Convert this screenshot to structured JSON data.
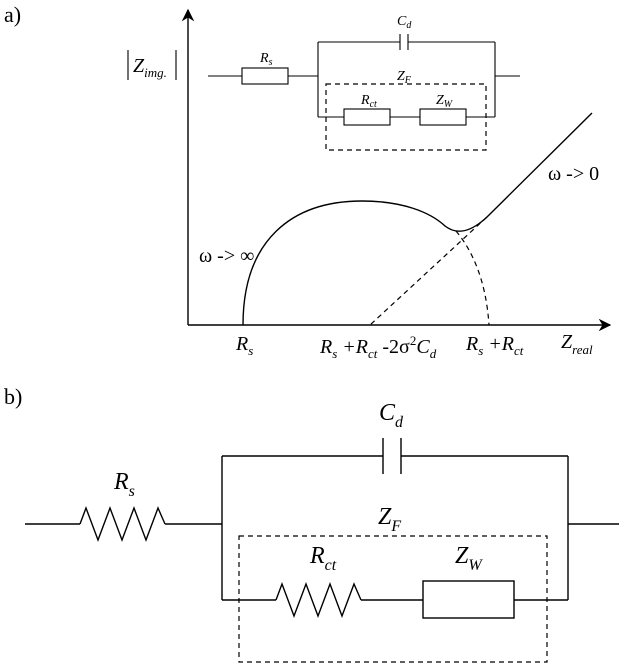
{
  "panel_a": {
    "label": "a)",
    "y_axis_label": {
      "base": "Z",
      "sub": "img."
    },
    "x_axis_label": {
      "base": "Z",
      "sub": "real"
    },
    "high_freq_label": "ω -> ∞",
    "low_freq_label": "ω -> 0",
    "x_marks": {
      "rs": {
        "base": "R",
        "sub": "s"
      },
      "intercept": {
        "p1": "R",
        "s1": "s",
        "p2": " +R",
        "s2": "ct",
        "p3": " -2σ",
        "sup": "2",
        "p4": "C",
        "s4": "d"
      },
      "rs_rct": {
        "p1": "R",
        "s1": "s",
        "p2": " +R",
        "s2": "ct"
      }
    },
    "inset_circuit": {
      "rs": {
        "base": "R",
        "sub": "s"
      },
      "cd": {
        "base": "C",
        "sub": "d"
      },
      "zf": {
        "base": "Z",
        "sub": "F"
      },
      "rct": {
        "base": "R",
        "sub": "ct"
      },
      "zw": {
        "base": "Z",
        "sub": "W"
      }
    }
  },
  "panel_b": {
    "label": "b)",
    "circuit": {
      "rs": {
        "base": "R",
        "sub": "s"
      },
      "cd": {
        "base": "C",
        "sub": "d"
      },
      "zf": {
        "base": "Z",
        "sub": "F"
      },
      "rct": {
        "base": "R",
        "sub": "ct"
      },
      "zw": {
        "base": "Z",
        "sub": "W"
      }
    }
  }
}
